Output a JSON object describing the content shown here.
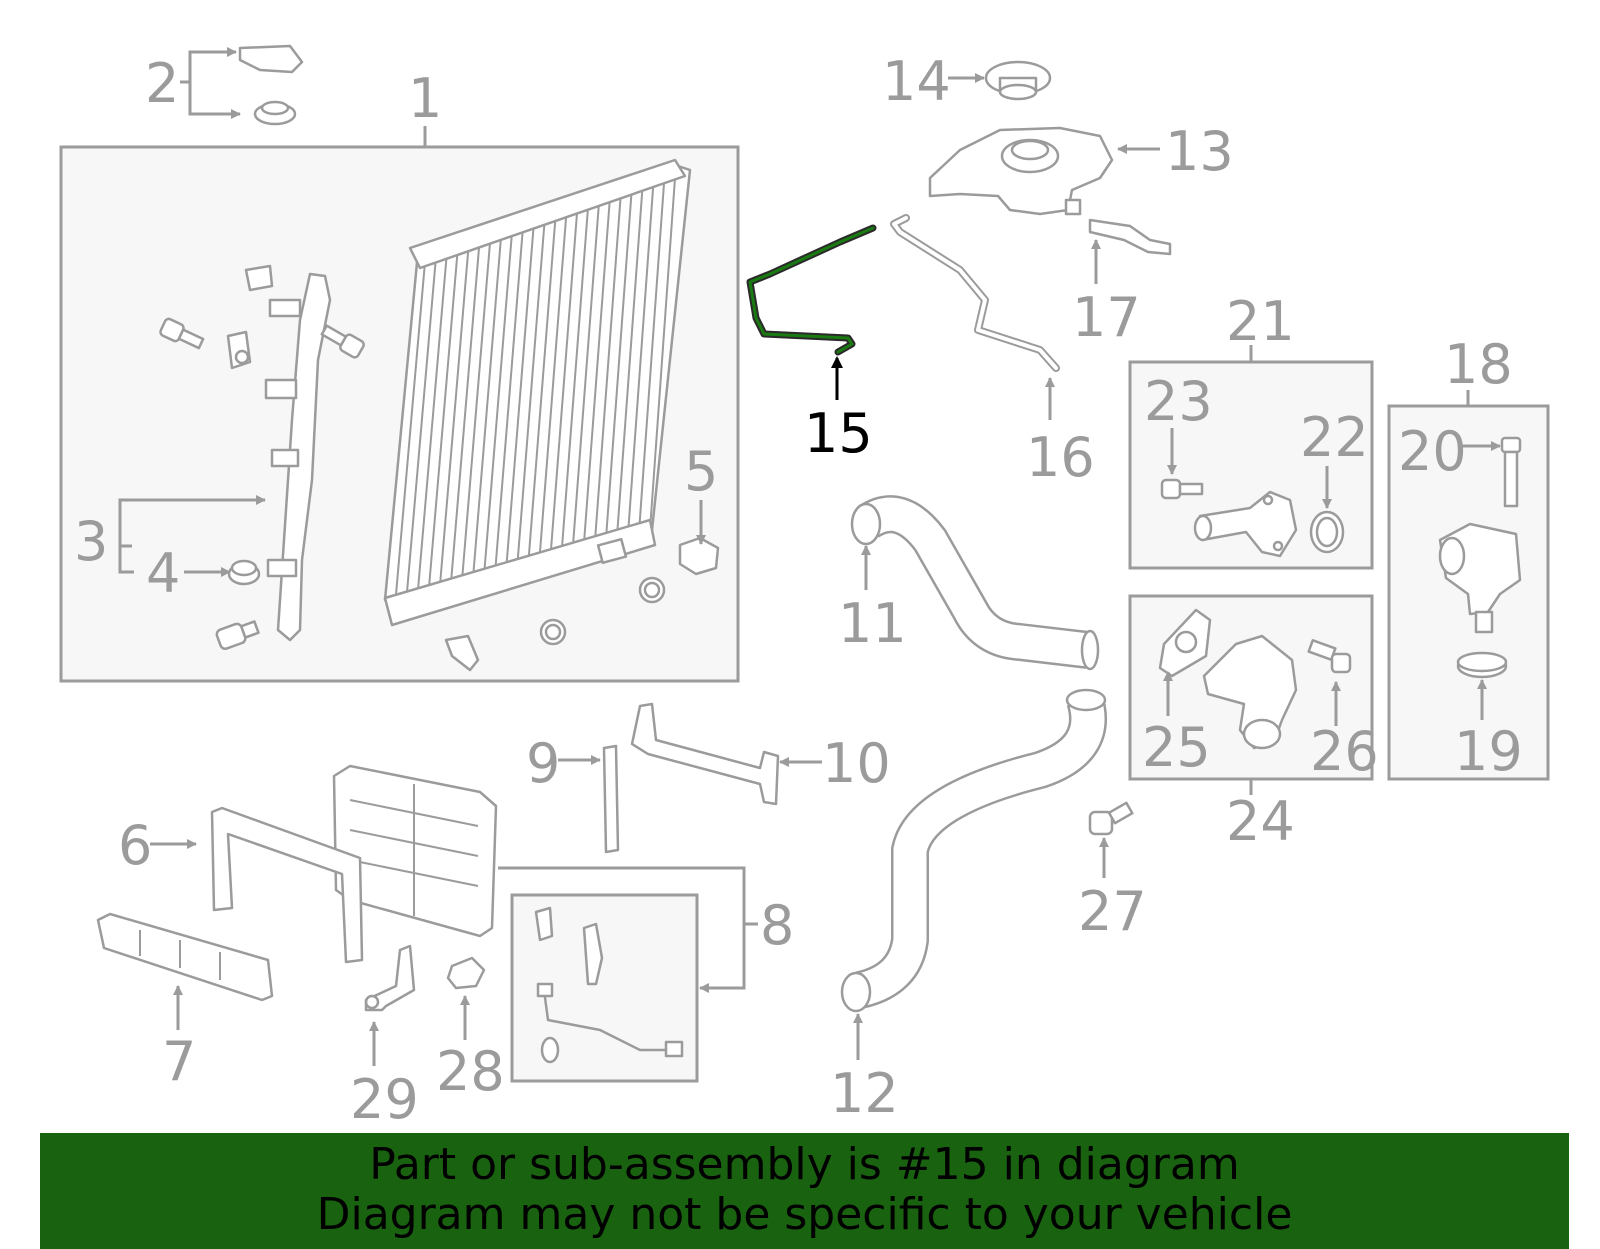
{
  "callouts": {
    "c1": "1",
    "c2": "2",
    "c3": "3",
    "c4": "4",
    "c5": "5",
    "c6": "6",
    "c7": "7",
    "c8": "8",
    "c9": "9",
    "c10": "10",
    "c11": "11",
    "c12": "12",
    "c13": "13",
    "c14": "14",
    "c15": "15",
    "c16": "16",
    "c17": "17",
    "c18": "18",
    "c19": "19",
    "c20": "20",
    "c21": "21",
    "c22": "22",
    "c23": "23",
    "c24": "24",
    "c25": "25",
    "c26": "26",
    "c27": "27",
    "c28": "28",
    "c29": "29"
  },
  "highlighted_part": "15",
  "banner": {
    "line1": "Part or sub-assembly is #15 in diagram",
    "line2": "Diagram may not be specific to your vehicle"
  },
  "colors": {
    "banner_bg": "#19620f",
    "highlight_part": "#1a7a12",
    "line_art": "#9b9b9b",
    "highlight_text": "#000000"
  }
}
